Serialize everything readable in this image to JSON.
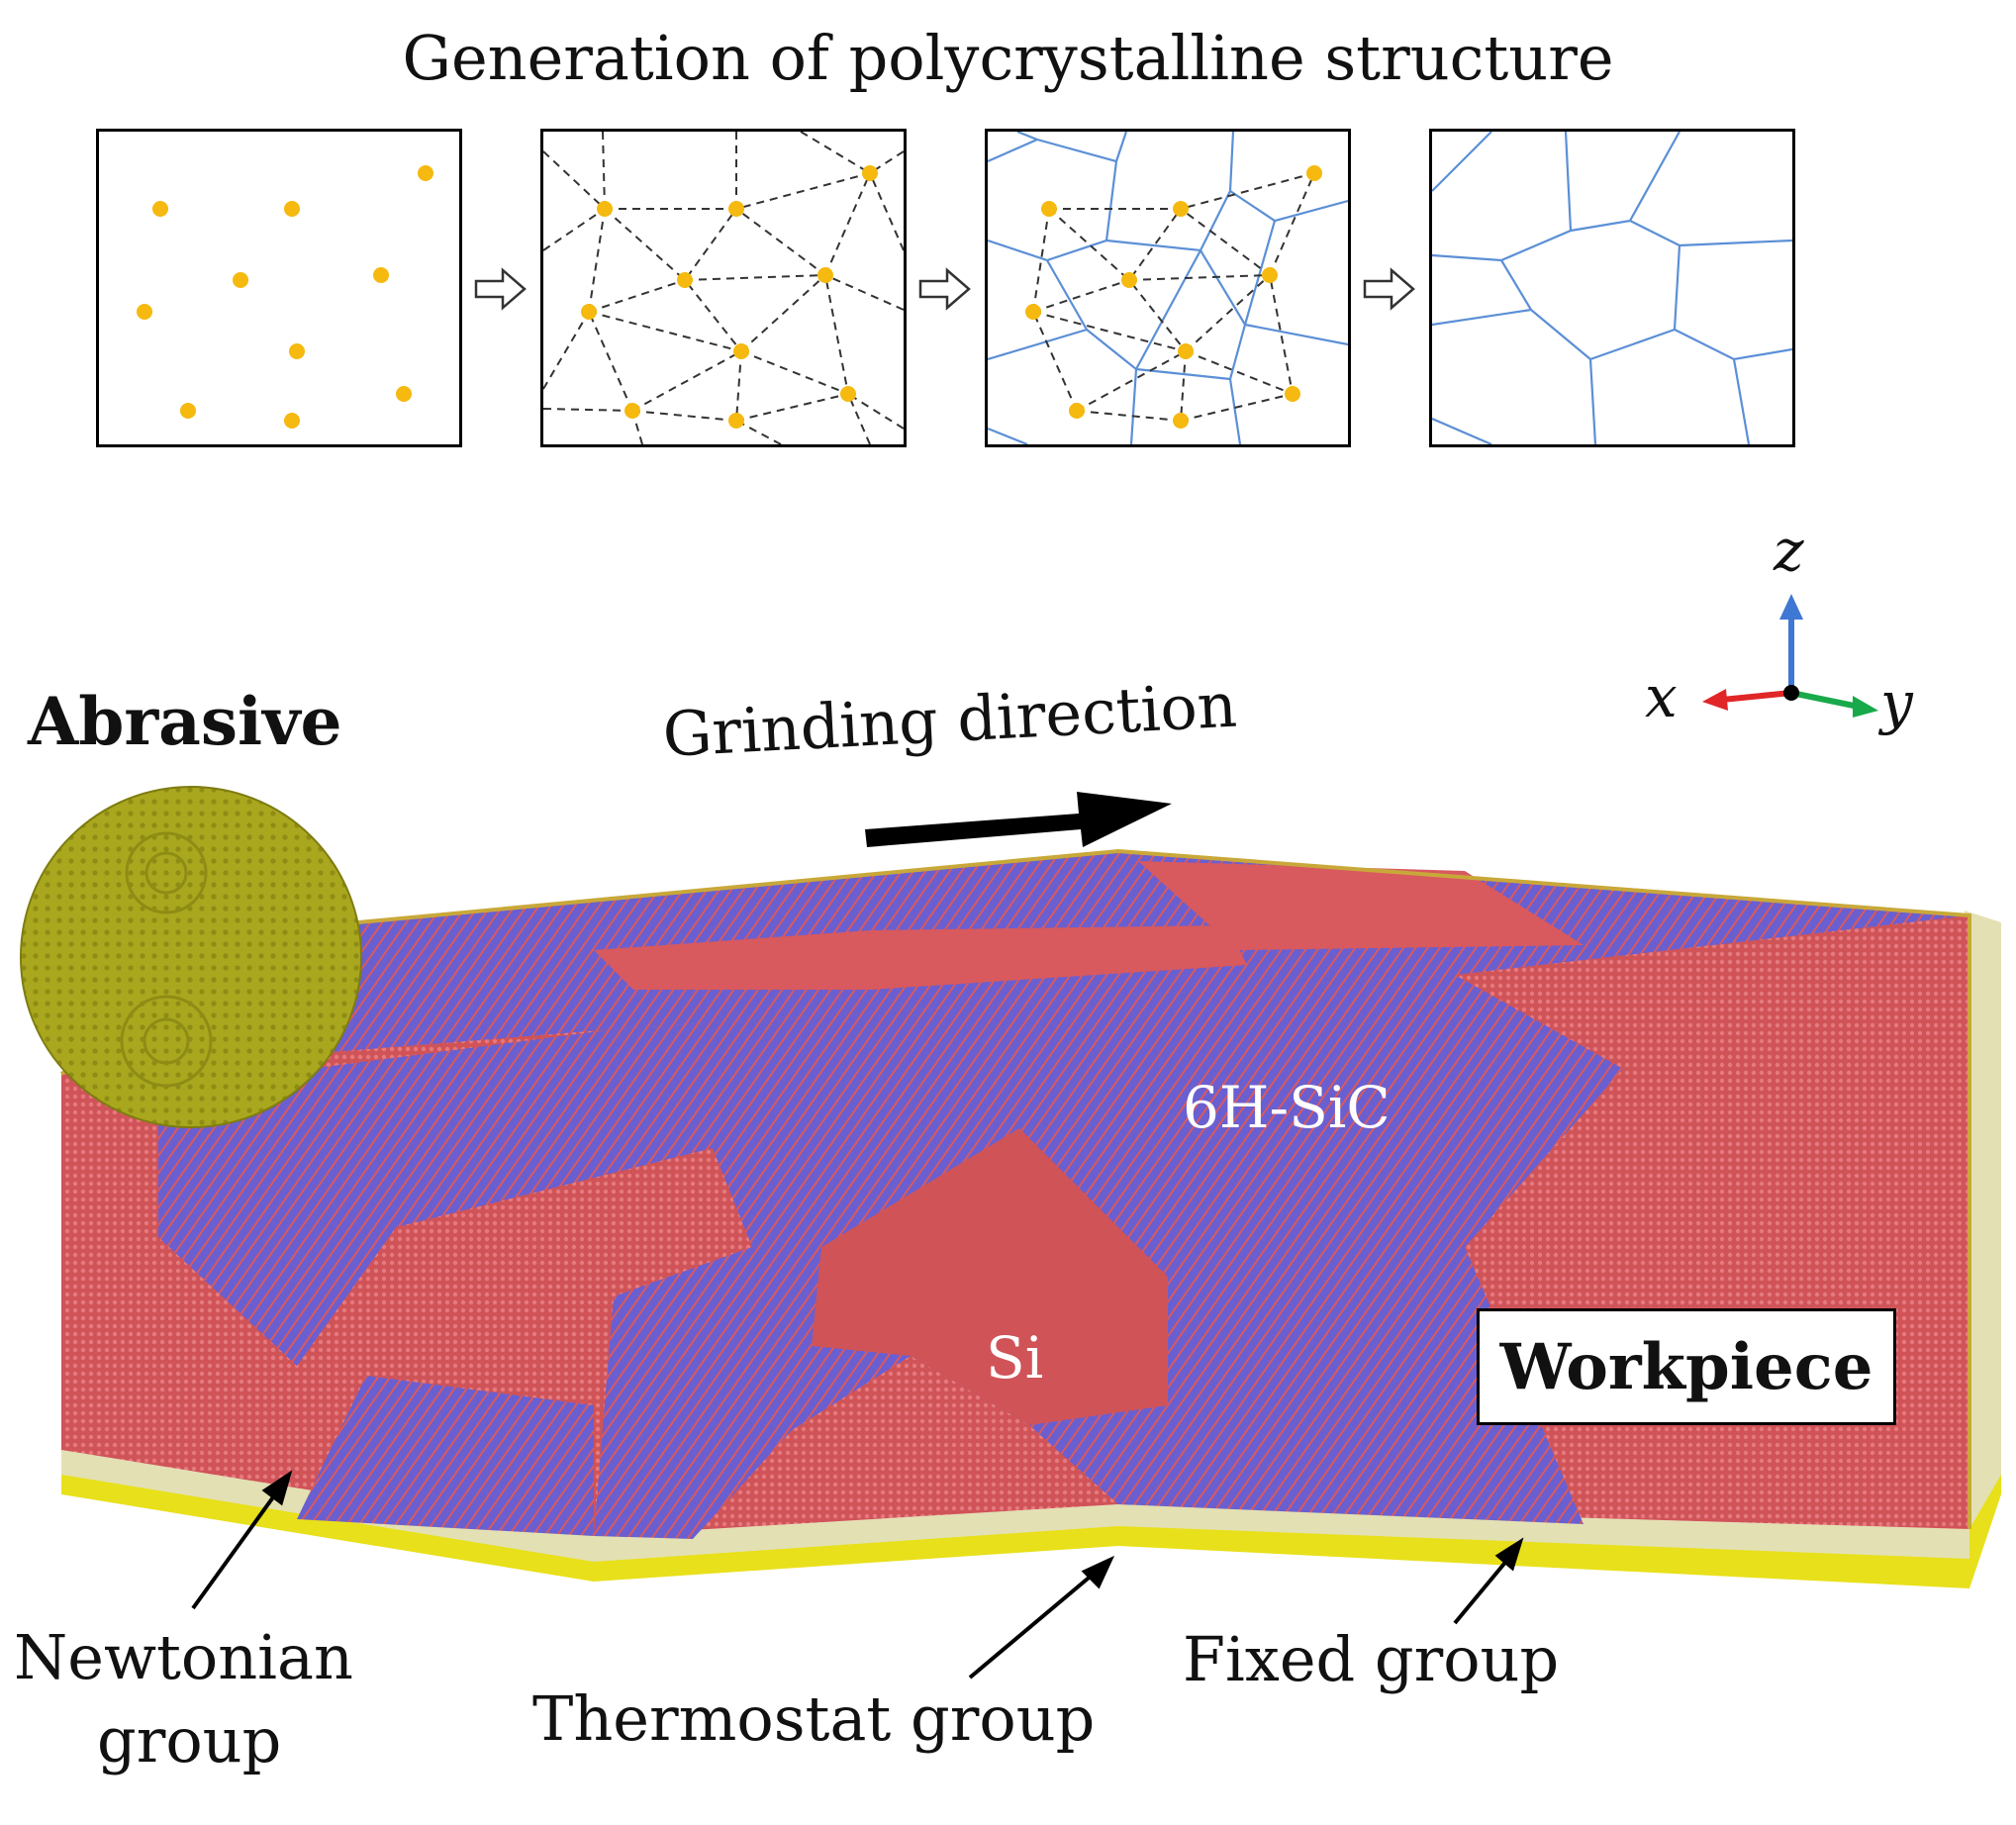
{
  "title": "Generation of polycrystalline structure",
  "labels": {
    "abrasive": "Abrasive",
    "grinding_direction": "Grinding direction",
    "sic": "6H-SiC",
    "si": "Si",
    "workpiece": "Workpiece",
    "newtonian_line1": "Newtonian",
    "newtonian_line2": "group",
    "thermostat": "Thermostat group",
    "fixed": "Fixed group"
  },
  "axes": {
    "x": "x",
    "y": "y",
    "z": "z"
  },
  "colors": {
    "seed": "#f5b90f",
    "voronoi": "#5b8fd6",
    "si": "#d8595e",
    "sic": "#6a5fd0",
    "abrasive": "#a7a51d",
    "thermostat": "#e3e0b4",
    "fixed": "#e8e01a",
    "axis_x": "#e02626",
    "axis_y": "#18a94b",
    "axis_z": "#3f77d4"
  }
}
